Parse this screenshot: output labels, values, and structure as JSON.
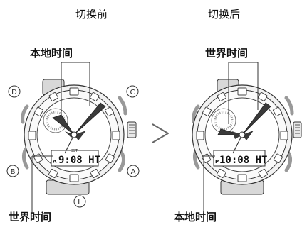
{
  "headings": {
    "before": "切换前",
    "after": "切换后"
  },
  "before": {
    "top_label": "本地时间",
    "bottom_label": "世界时间",
    "lcd_top": "DST",
    "lcd_time": "9:08 HT",
    "lcd_prefix": "A"
  },
  "after": {
    "top_label": "世界时间",
    "bottom_label": "本地时间",
    "lcd_time": "10:08 HT",
    "lcd_prefix": "P"
  },
  "buttons": {
    "d": "D",
    "c": "C",
    "b": "B",
    "a": "A",
    "l": "L"
  },
  "colors": {
    "case": "#f2f2f2",
    "strap": "#d8d8d8",
    "line": "#333333",
    "hand": "#3a3a3a"
  }
}
